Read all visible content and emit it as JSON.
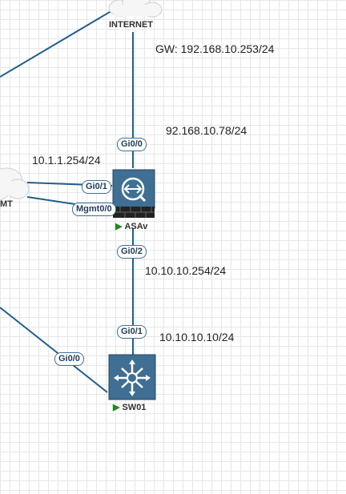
{
  "nodes": {
    "internet": {
      "name": "INTERNET",
      "icon": "cloud-icon"
    },
    "mgmt": {
      "name": "MT",
      "icon": "cloud-icon"
    },
    "asa": {
      "name": "ASAv",
      "icon": "firewall-icon",
      "status": "running"
    },
    "sw01": {
      "name": "SW01",
      "icon": "switch-icon",
      "status": "running"
    }
  },
  "ports": {
    "asa_gi00": "Gi0/0",
    "asa_gi01": "Gi0/1",
    "asa_mgmt": "Mgmt0/0",
    "asa_gi02": "Gi0/2",
    "sw_gi01": "Gi0/1",
    "sw_gi00": "Gi0/0"
  },
  "labels": {
    "gw": "GW: 192.168.10.253/24",
    "outside_ip": "92.168.10.78/24",
    "inside_ip": "10.1.1.254/24",
    "dmz_ip": "10.10.10.254/24",
    "sw_ip": "10.10.10.10/24"
  },
  "colors": {
    "link": "#1f5f8b",
    "device": "#3f6f93",
    "device_dark": "#24455f",
    "running": "#1c8a1c"
  }
}
